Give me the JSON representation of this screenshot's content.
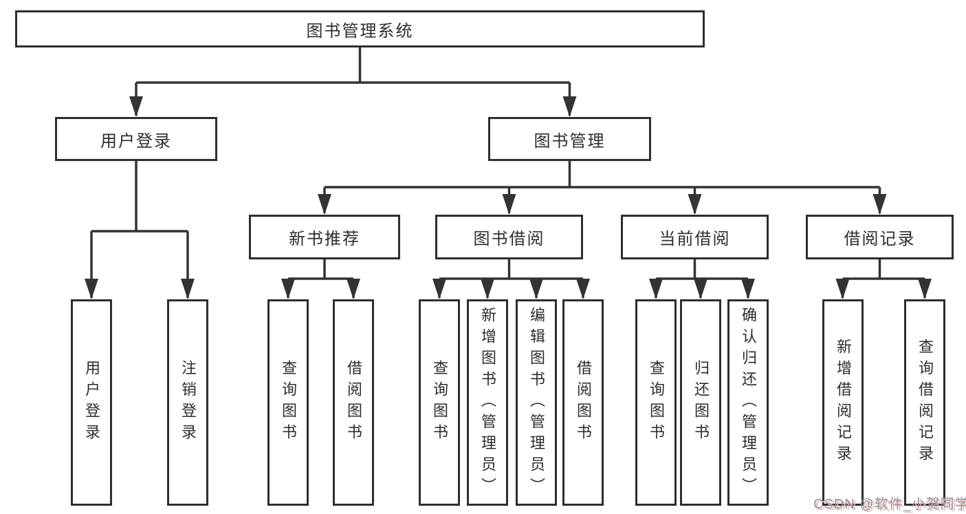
{
  "diagram": {
    "root": {
      "label": "图书管理系统"
    },
    "level2": [
      {
        "label": "用户登录"
      },
      {
        "label": "图书管理"
      }
    ],
    "level3": [
      {
        "label": "新书推荐"
      },
      {
        "label": "图书借阅"
      },
      {
        "label": "当前借阅"
      },
      {
        "label": "借阅记录"
      }
    ],
    "leaves": {
      "user": [
        {
          "label": "用户登录"
        },
        {
          "label": "注销登录"
        }
      ],
      "new_books": [
        {
          "label": "查询图书"
        },
        {
          "label": "借阅图书"
        }
      ],
      "book_borrow": [
        {
          "label": "查询图书"
        },
        {
          "label": "新增图书（管理员）"
        },
        {
          "label": "编辑图书（管理员）"
        },
        {
          "label": "借阅图书"
        }
      ],
      "current_borrow": [
        {
          "label": "查询图书"
        },
        {
          "label": "归还图书"
        },
        {
          "label": "确认归还（管理员）"
        }
      ],
      "records": [
        {
          "label": "新增借阅记录"
        },
        {
          "label": "查询借阅记录"
        }
      ]
    }
  },
  "watermark": {
    "text": "CSDN @软件_小贺同学"
  },
  "colors": {
    "line": "#333333",
    "box_border": "#2e2e2e",
    "box_fill": "#ffffff",
    "text": "#2d2d2d",
    "watermark_text": "#90969c",
    "watermark_shadow": "#f0b4b4"
  }
}
